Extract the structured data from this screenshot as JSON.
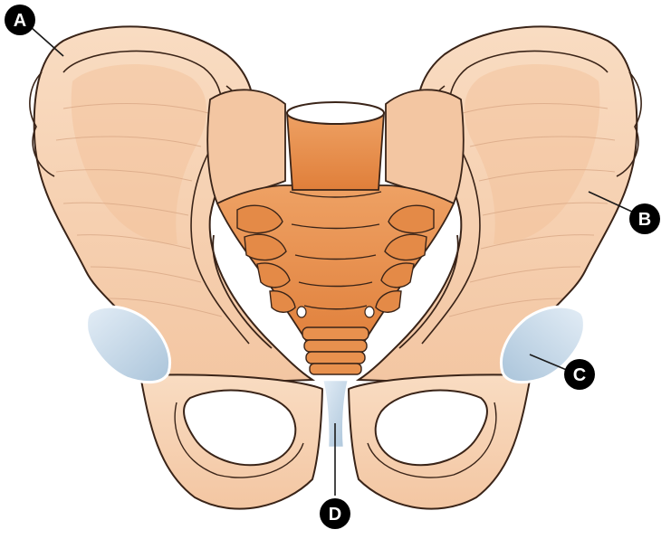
{
  "colors": {
    "background": "#ffffff",
    "bone_fill": "#f8d5b6",
    "bone_shade": "#f0c09a",
    "bone_outline": "#3a2418",
    "sacrum_fill": "#e8914e",
    "sacrum_light": "#f4b07a",
    "cartilage_fill": "#c9dbe9",
    "marker_fill": "#000000",
    "marker_text": "#ffffff"
  },
  "labels": {
    "A": "A",
    "B": "B",
    "C": "C",
    "D": "D"
  }
}
